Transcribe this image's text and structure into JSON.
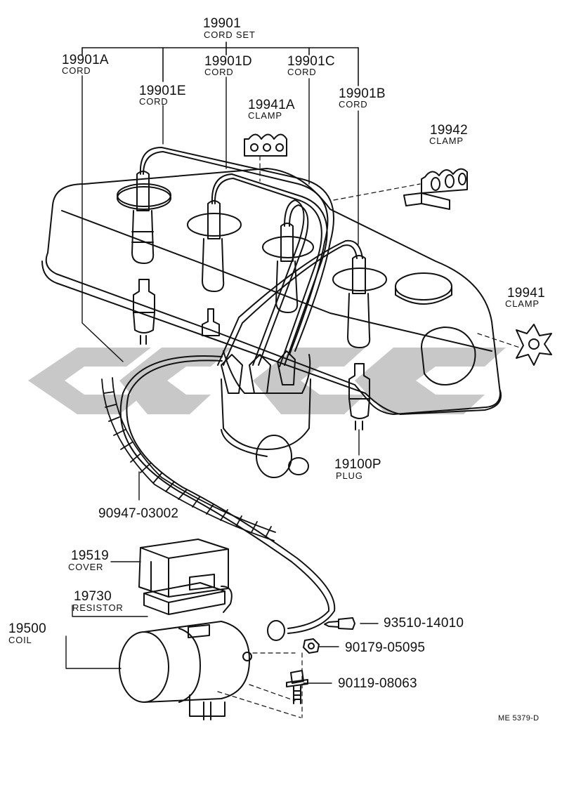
{
  "labels": {
    "cord_set": {
      "part": "19901",
      "name": "CORD SET"
    },
    "cord_a": {
      "part": "19901A",
      "name": "CORD"
    },
    "cord_d": {
      "part": "19901D",
      "name": "CORD"
    },
    "cord_c": {
      "part": "19901C",
      "name": "CORD"
    },
    "cord_e": {
      "part": "19901E",
      "name": "CORD"
    },
    "cord_b": {
      "part": "19901B",
      "name": "CORD"
    },
    "clamp_a": {
      "part": "19941A",
      "name": "CLAMP"
    },
    "clamp_19942": {
      "part": "19942",
      "name": "CLAMP"
    },
    "clamp_19941": {
      "part": "19941",
      "name": "CLAMP"
    },
    "plug": {
      "part": "19100P",
      "name": "PLUG"
    },
    "hose": {
      "part": "90947-03002"
    },
    "cover": {
      "part": "19519",
      "name": "COVER"
    },
    "resistor": {
      "part": "19730",
      "name": "RESISTOR"
    },
    "coil": {
      "part": "19500",
      "name": "COIL"
    },
    "screw": {
      "part": "93510-14010"
    },
    "nut": {
      "part": "90179-05095"
    },
    "bolt": {
      "part": "90119-08063"
    }
  },
  "diagram_ref": "ME 5379-D"
}
